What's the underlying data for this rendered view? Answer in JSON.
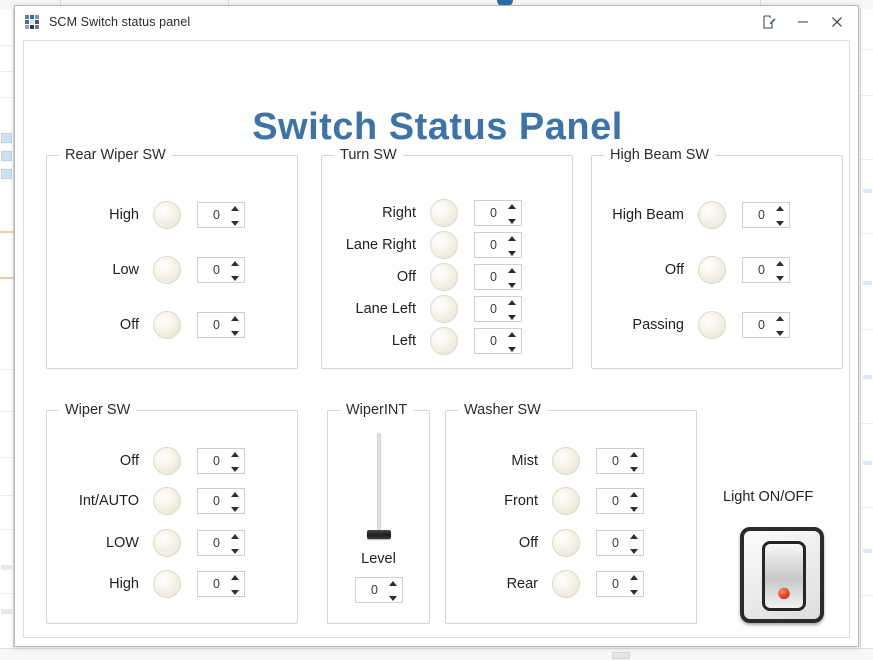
{
  "window": {
    "title": "SCM Switch status panel",
    "icon": "app-icon",
    "controls": [
      {
        "name": "restore-pen-icon",
        "label": "✎"
      },
      {
        "name": "minimize-icon",
        "label": "–"
      },
      {
        "name": "close-icon",
        "label": "✕"
      }
    ]
  },
  "page": {
    "heading": "Switch Status Panel",
    "heading_color": "#3f73a5"
  },
  "groups": [
    {
      "id": "rear-wiper-sw",
      "legend": "Rear Wiper SW",
      "rows": [
        {
          "label": "High",
          "led": "off",
          "value": "0"
        },
        {
          "label": "Low",
          "led": "off",
          "value": "0"
        },
        {
          "label": "Off",
          "led": "off",
          "value": "0"
        }
      ]
    },
    {
      "id": "turn-sw",
      "legend": "Turn SW",
      "rows": [
        {
          "label": "Right",
          "led": "off",
          "value": "0"
        },
        {
          "label": "Lane Right",
          "led": "off",
          "value": "0"
        },
        {
          "label": "Off",
          "led": "off",
          "value": "0"
        },
        {
          "label": "Lane Left",
          "led": "off",
          "value": "0"
        },
        {
          "label": "Left",
          "led": "off",
          "value": "0"
        }
      ]
    },
    {
      "id": "high-beam-sw",
      "legend": "High Beam SW",
      "rows": [
        {
          "label": "High Beam",
          "led": "off",
          "value": "0"
        },
        {
          "label": "Off",
          "led": "off",
          "value": "0"
        },
        {
          "label": "Passing",
          "led": "off",
          "value": "0"
        }
      ]
    },
    {
      "id": "wiper-sw",
      "legend": "Wiper SW",
      "rows": [
        {
          "label": "Off",
          "led": "off",
          "value": "0"
        },
        {
          "label": "Int/AUTO",
          "led": "off",
          "value": "0"
        },
        {
          "label": "LOW",
          "led": "off",
          "value": "0"
        },
        {
          "label": "High",
          "led": "off",
          "value": "0"
        }
      ]
    },
    {
      "id": "wiper-int",
      "legend": "WiperINT",
      "slider": {
        "caption": "Level",
        "value": "0",
        "position": "bottom"
      }
    },
    {
      "id": "washer-sw",
      "legend": "Washer SW",
      "rows": [
        {
          "label": "Mist",
          "led": "off",
          "value": "0"
        },
        {
          "label": "Front",
          "led": "off",
          "value": "0"
        },
        {
          "label": "Off",
          "led": "off",
          "value": "0"
        },
        {
          "label": "Rear",
          "led": "off",
          "value": "0"
        }
      ]
    }
  ],
  "light_switch": {
    "label": "Light ON/OFF",
    "indicator_color": "#e5401f",
    "state": "on"
  },
  "colors": {
    "led_off": "#f2efe4",
    "group_border": "#d6d6d6",
    "text": "#212121"
  }
}
